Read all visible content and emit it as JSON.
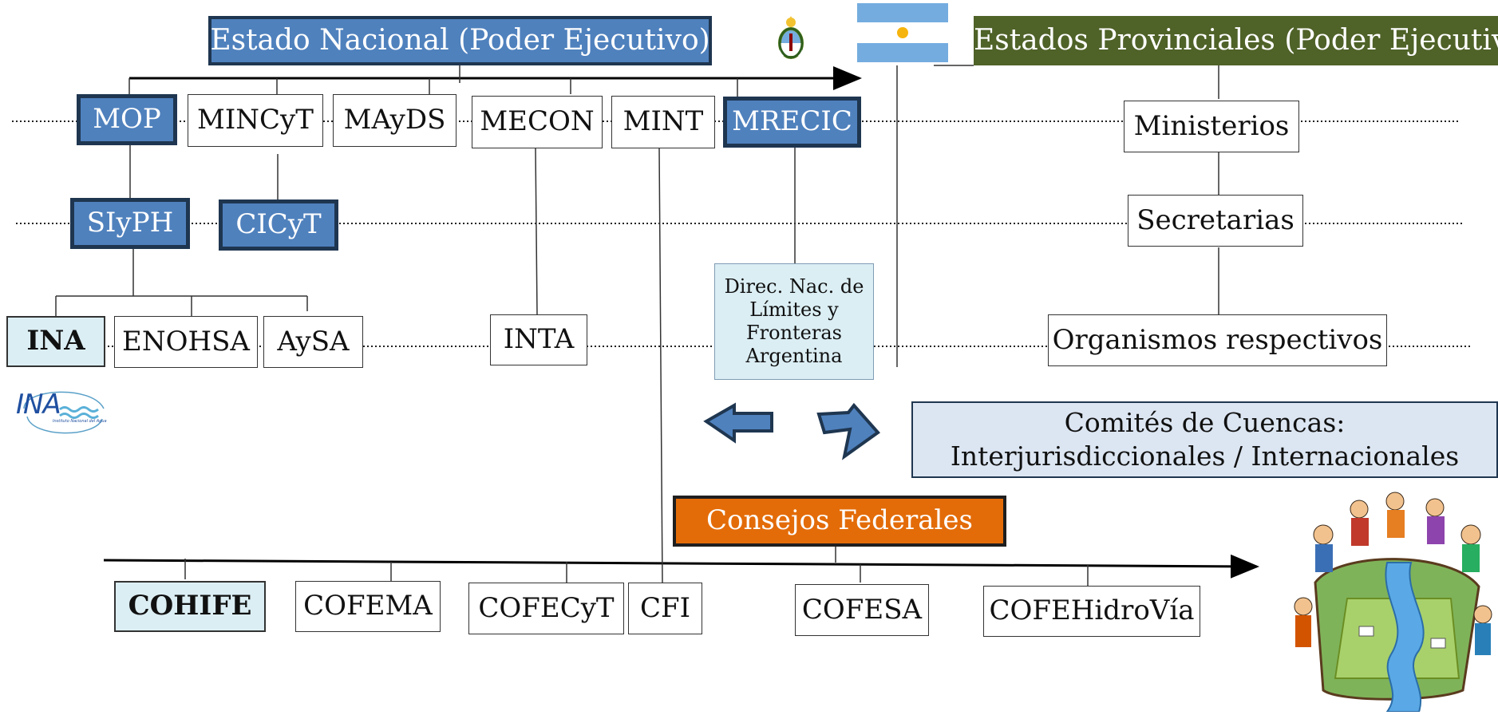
{
  "header": {
    "national_title": "Estado Nacional (Poder Ejecutivo)",
    "provincial_title": "Estados Provinciales (Poder Ejecutivo)"
  },
  "national": {
    "ministries": [
      "MOP",
      "MINCyT",
      "MAyDS",
      "MECON",
      "MINT",
      "MRECIC"
    ],
    "secretariats": [
      "SIyPH",
      "CICyT"
    ],
    "agencies": [
      "INA",
      "ENOHSA",
      "AySA",
      "INTA"
    ],
    "direccion": "Direc. Nac. de Límites y Fronteras Argentina"
  },
  "provincial": {
    "ministerios": "Ministerios",
    "secretarias": "Secretarias",
    "organismos": "Organismos respectivos"
  },
  "comites": {
    "line1": "Comités de Cuencas:",
    "line2": "Interjurisdiccionales / Internacionales"
  },
  "consejos": {
    "title": "Consejos Federales",
    "items": [
      "COHIFE",
      "COFEMA",
      "COFECyT",
      "CFI",
      "COFESA",
      "COFEHidroVía"
    ]
  },
  "logos": {
    "ina": "INA",
    "ina_caption": "Instituto Nacional del Agua"
  },
  "colors": {
    "national_blue": "#4f81bd",
    "provincial_green": "#4f6228",
    "federal_orange": "#e36c09",
    "light_blue": "#dbeef4"
  }
}
